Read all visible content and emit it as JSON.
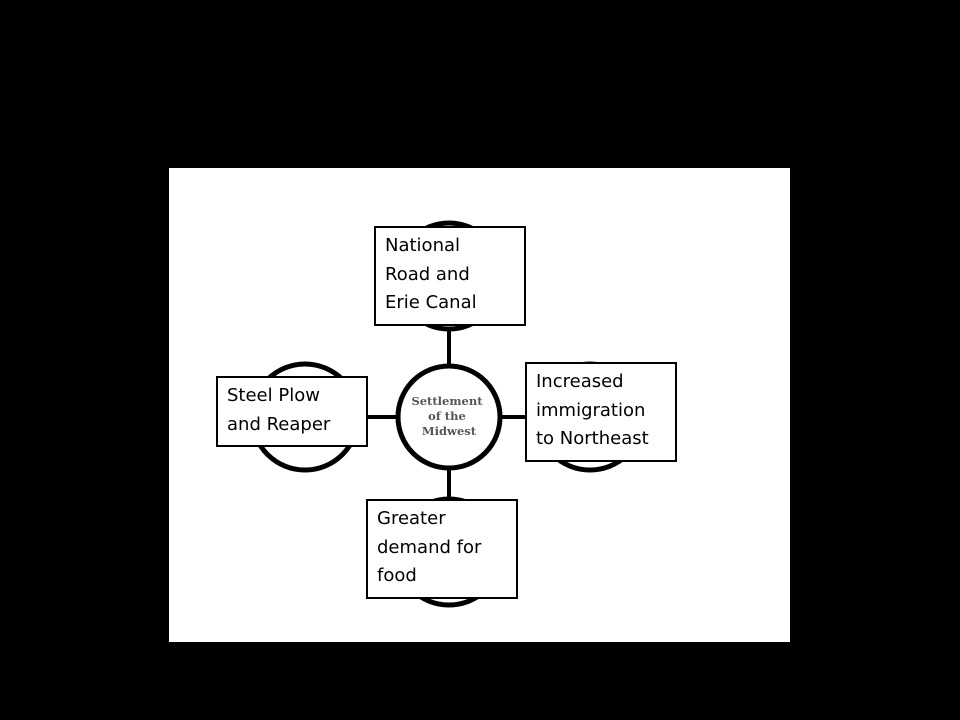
{
  "diagram": {
    "center": {
      "lines": [
        "Settlement",
        "of the",
        "Midwest"
      ],
      "fill": "#ffffff",
      "stroke": "#000000",
      "text_color": "#555555"
    },
    "nodes": {
      "top": "National\nRoad and\nErie Canal",
      "right": "Increased\nimmigration\nto Northeast",
      "left": "Steel Plow\nand Reaper",
      "bottom": "Greater\ndemand for\nfood"
    },
    "colors": {
      "background": "#000000",
      "panel": "#ffffff",
      "stroke": "#000000"
    }
  }
}
